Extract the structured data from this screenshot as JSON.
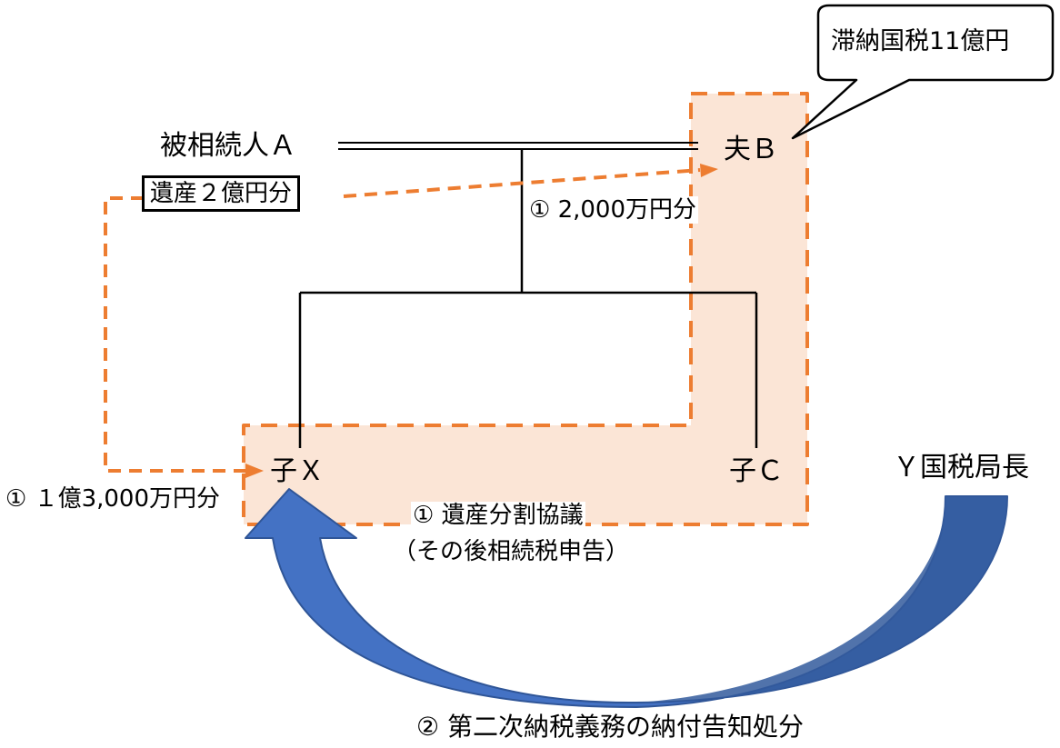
{
  "colors": {
    "orange": "#ED7D31",
    "peach_fill": "#FBE5D6",
    "blue_arrow": "#4472C4",
    "blue_arrow_dark": "#2F5597",
    "line": "#000000"
  },
  "nodes": {
    "decedent": "被相続人Ａ",
    "husband": "夫Ｂ",
    "child_x": "子Ｘ",
    "child_c": "子Ｃ",
    "tax_director": "Ｙ国税局長"
  },
  "callout": {
    "text": "滞納国税11億円"
  },
  "estate_box": {
    "text": "遺産２億円分"
  },
  "labels": {
    "share_b": "①  2,000万円分",
    "share_x": "① １億3,000万円分",
    "division_line1": "①  遺産分割協議",
    "division_line2": "（その後相続税申告）",
    "secondary_liability": "②  第二次納税義務の納付告知処分"
  }
}
